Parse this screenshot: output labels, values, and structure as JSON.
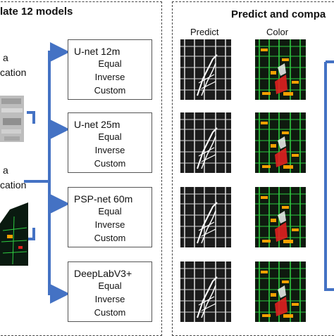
{
  "left_panel": {
    "title": "late 12 models",
    "side_labels": [
      "a",
      "cation",
      "a",
      "cation"
    ]
  },
  "models": [
    {
      "name": "U-net 12m",
      "options": [
        "Equal",
        "Inverse",
        "Custom"
      ]
    },
    {
      "name": "U-net 25m",
      "options": [
        "Equal",
        "Inverse",
        "Custom"
      ]
    },
    {
      "name": "PSP-net 60m",
      "options": [
        "Equal",
        "Inverse",
        "Custom"
      ]
    },
    {
      "name": "DeepLabV3+",
      "options": [
        "Equal",
        "Inverse",
        "Custom"
      ]
    }
  ],
  "right_panel": {
    "title": "Predict and compa",
    "columns": [
      "Predict",
      "Color"
    ]
  },
  "colors": {
    "arrow": "#4472c4",
    "panel_border": "#444444",
    "predict_bg": "#1c1c1c",
    "color_grid": "#2ecc40",
    "color_orange": "#f5a000",
    "color_red": "#e02020"
  }
}
